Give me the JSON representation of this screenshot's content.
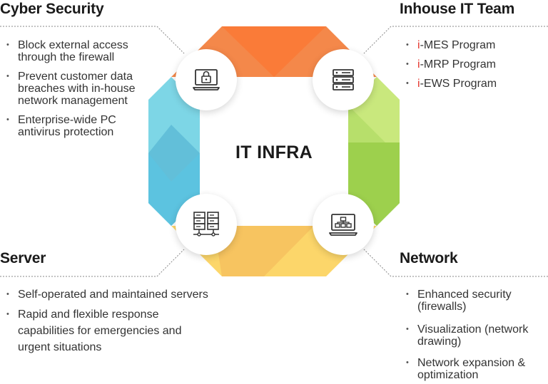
{
  "center": {
    "label": "IT INFRA"
  },
  "sections": {
    "cyber_security": {
      "title": "Cyber Security",
      "icon": "laptop-lock-icon",
      "items": [
        "Block external access through the firewall",
        "Prevent customer data breaches with in-house network management",
        "Enterprise-wide PC antivirus protection"
      ]
    },
    "inhouse_it_team": {
      "title": "Inhouse IT Team",
      "icon": "server-rack-icon",
      "items": [
        {
          "prefix": "i",
          "text": "-MES Program"
        },
        {
          "prefix": "i",
          "text": "-MRP Program"
        },
        {
          "prefix": "i",
          "text": "-EWS Program"
        }
      ]
    },
    "server": {
      "title": "Server",
      "icon": "servers-network-icon",
      "items": [
        "Self-operated and maintained servers",
        "Rapid and flexible response capabilities for emergencies and urgent situations"
      ]
    },
    "network": {
      "title": "Network",
      "icon": "monitor-network-icon",
      "items": [
        "Enhanced security (firewalls)",
        "Visualization (network drawing)",
        "Network expansion & optimization"
      ]
    }
  },
  "colors": {
    "top": "#f27a3c",
    "right": "#a7d65a",
    "bottom": "#fbd46a",
    "left": "#72d0e2",
    "prefix_red": "#e5352b"
  }
}
